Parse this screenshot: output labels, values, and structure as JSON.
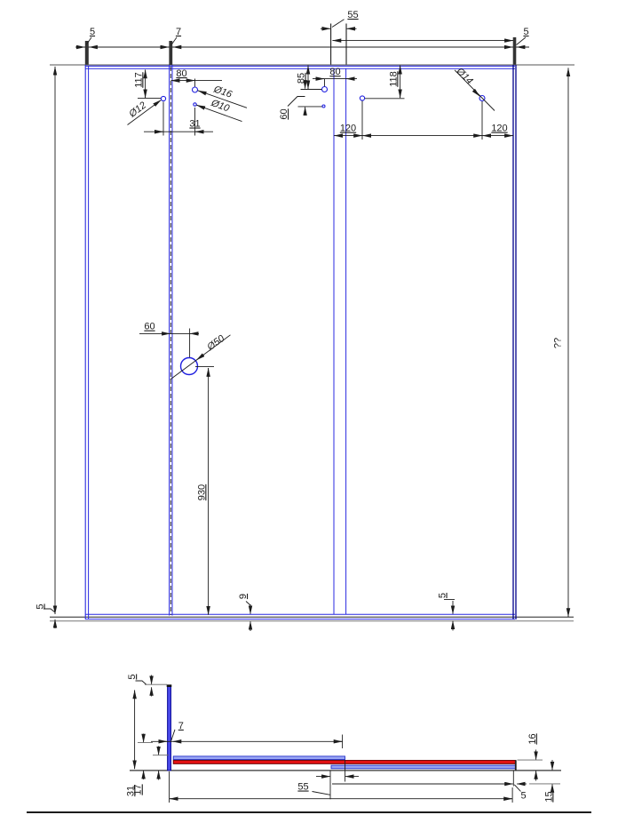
{
  "drawing": {
    "colors": {
      "structure_blue": "#2a2ae0",
      "structure_navy": "#00008b",
      "strip_blue_fill": "#9aa6f4",
      "strip_red_fill": "#e31212",
      "dimension_ink": "#1c1c1c"
    },
    "plan": {
      "flange_left": "5",
      "bend_width": "7",
      "overlap": "55",
      "flange_right": "5",
      "hole_offset_117": "117",
      "hole_offset_80_left": "80",
      "dia16": "Ø16",
      "dia12": "Ø12",
      "dia10": "Ø10",
      "hole_spacing_31": "31",
      "hole_offset_85": "85",
      "hole_offset_80_center": "80",
      "hole_offset_118": "118",
      "hole_offset_60_center": "60",
      "dia14": "Ø14",
      "hole_spacing_120_left": "120",
      "hole_spacing_120_right": "120",
      "hole_offset_60_left": "60",
      "dia50": "Ø50",
      "height_930": "930",
      "thickness_5_bottom_left": "5",
      "thickness_9_bottom": "9",
      "thickness_5_bottom_right": "5",
      "overall_height": "??"
    },
    "section": {
      "cap_5": "5",
      "bar_7": "7",
      "depth_31": "31",
      "depth_17": "17",
      "overlap_55": "55",
      "edge_5": "5",
      "depth_16": "16",
      "depth_15": "15"
    }
  }
}
